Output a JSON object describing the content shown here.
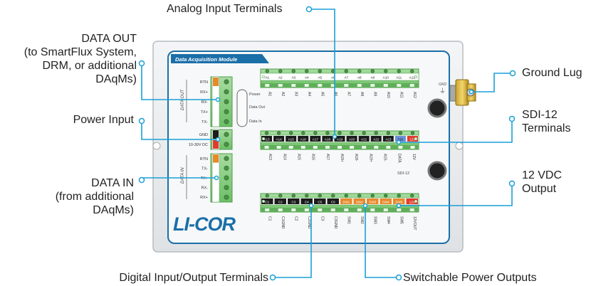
{
  "callouts": {
    "analog_input": "Analog Input Terminals",
    "data_out": [
      "DATA OUT",
      "(to SmartFlux System,",
      "DRM, or additional",
      "DAqMs)"
    ],
    "power_input": "Power Input",
    "data_in": [
      "DATA IN",
      "(from additional",
      "DAqMs)"
    ],
    "ground_lug": "Ground Lug",
    "sdi12": [
      "SDI-12",
      "Terminals"
    ],
    "vdc_output": [
      "12 VDC",
      "Output"
    ],
    "digital_io": "Digital Input/Output Terminals",
    "switchable_power": "Switchable Power Outputs"
  },
  "module": {
    "title": "Data Acquisition Module",
    "logo": "LI-COR",
    "gnd_label": "GND",
    "data_out_side": "DATA OUT",
    "data_in_side": "DATA IN",
    "power_side": "10-30V DC",
    "sdi12_side": "SDI-12",
    "led_labels": [
      "Power",
      "Data Out",
      "Data In"
    ],
    "data_out_pins": [
      "RTN",
      "RX+",
      "RX-",
      "TX+",
      "TX-"
    ],
    "power_pins": [
      "GND",
      "10-30V DC"
    ],
    "data_in_pins": [
      "RTN",
      "TX-",
      "TX+",
      "RX-",
      "RX+"
    ],
    "row1_top_labels": [
      "A1",
      "A2",
      "A3",
      "A4",
      "A5",
      "A6",
      "A7",
      "A8",
      "A9",
      "A10",
      "A11",
      "A12"
    ],
    "row1_bottom_labels": [
      "A1",
      "A2",
      "A3",
      "A4",
      "A5",
      "A6",
      "A7",
      "A8",
      "A9",
      "A10",
      "A11",
      "A12"
    ],
    "row2_top_labels": [
      "A13",
      "A14",
      "A15",
      "A16",
      "A17",
      "A18",
      "A19",
      "A20",
      "A21",
      "A22",
      "A23",
      "SDI",
      "12V"
    ],
    "row2_bottom_labels": [
      "A13",
      "A14",
      "A15",
      "A16",
      "A17",
      "A18+",
      "A18-",
      "A19+",
      "A19-",
      "DATA",
      "12V"
    ],
    "row3_top_labels": [
      "C1",
      "C2",
      "C3",
      "C4",
      "C5",
      "C6",
      "SW1",
      "SW2",
      "SW3",
      "SW4",
      "SW5",
      "12V"
    ],
    "row3_bottom_labels": [
      "C1",
      "C1GND",
      "C2",
      "C2GND",
      "C3",
      "C3GND",
      "SW1",
      "SW2",
      "SW3",
      "SW4",
      "SW5",
      "12VOUT"
    ]
  },
  "colors": {
    "accent": "#1a9fd8",
    "module_border": "#1b6fa8",
    "terminal_green": "#8fd08a",
    "terminal_green_dark": "#4f9e4b",
    "text": "#222222"
  }
}
